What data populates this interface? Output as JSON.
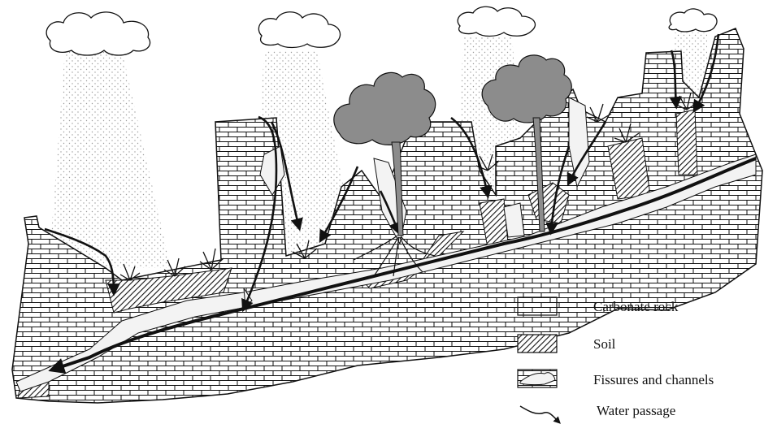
{
  "legend": [
    {
      "key": "carbonate",
      "label": "Carbonate rock",
      "swatch": "brick-pattern"
    },
    {
      "key": "soil",
      "label": "Soil",
      "swatch": "diagonal-hatch"
    },
    {
      "key": "fissures",
      "label": "Fissures and channels",
      "swatch": "fissure-pattern"
    },
    {
      "key": "water",
      "label": "Water passage",
      "swatch": "wavy-arrow"
    }
  ],
  "colors": {
    "ink": "#111111",
    "tree_canopy": "#8c8c8c",
    "channel_fill": "#f3f3f3",
    "rain": "#9a9a9a",
    "background": "#ffffff"
  },
  "icons": [
    "cloud-icon",
    "tree-icon",
    "grass-tuft-icon",
    "arrow-icon"
  ]
}
